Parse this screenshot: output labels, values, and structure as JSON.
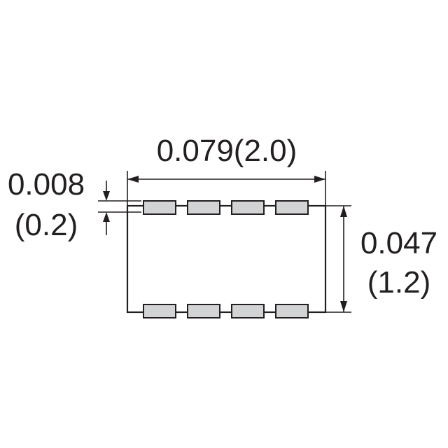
{
  "dimensions": {
    "width_label": "0.079(2.0)",
    "pad_inch": "0.008",
    "pad_mm": "(0.2)",
    "height_inch": "0.047",
    "height_mm": "(1.2)"
  },
  "colors": {
    "line": "#231f20",
    "pad_fill": "#d1d3d4",
    "background": "#ffffff"
  },
  "pads": {
    "rows": 2,
    "per_row": 4
  }
}
